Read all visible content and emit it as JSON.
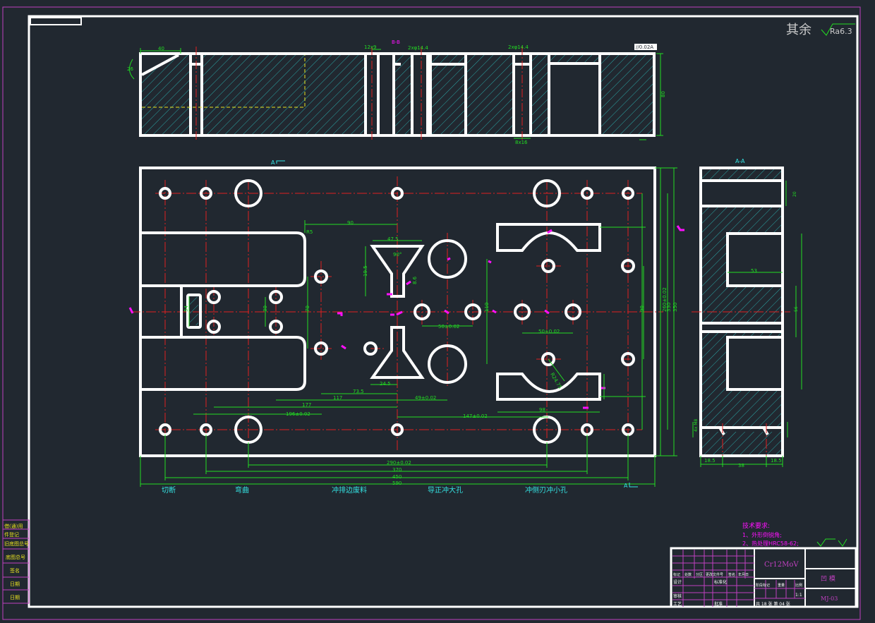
{
  "colors": {
    "background": "#212830",
    "outline": "#ffffff",
    "centerline": "#e02020",
    "dimension": "#22dd22",
    "hatch": "#2aa6a6",
    "label": "#34e4e4",
    "frame": "#c040c0",
    "accent": "#ff10ff",
    "hidden": "#e8e020"
  },
  "roughness_note": {
    "prefix": "其余",
    "value": "Ra6.3"
  },
  "top_view": {
    "tolerance_box": "//0.02A",
    "dims": {
      "d40": "40",
      "d26": "26",
      "d12x9": "12x9",
      "dBB": "B-B",
      "d2x14a": "2xφ14.4",
      "d2x14b": "2xφ14.4",
      "d80": "80",
      "d8": "8x16"
    }
  },
  "section_marks": {
    "a_top": "A",
    "a_bottom": "A",
    "a_a": "A-A"
  },
  "plan_dims": {
    "d90": "90",
    "r5": "R5",
    "d475": "47.5",
    "d90deg": "90°",
    "d195": "19.5",
    "d86": "8.6",
    "d50a": "50±0.02",
    "d50b": "50±0.02",
    "d110": "110",
    "d70": "70",
    "d30": "30",
    "d735": "73.5",
    "d245": "24.5",
    "d117": "117",
    "d494": "49±0.02",
    "d177": "177",
    "d196": "196±0.02",
    "d147": "147±0.02",
    "d98": "98",
    "d290": "290±0.02",
    "d370": "370",
    "d450": "450",
    "d590": "590",
    "r24": "R24.75",
    "d260": "260±0.02",
    "d330": "330",
    "d350": "350",
    "d90r": "90",
    "d54": "54"
  },
  "station_labels": [
    "切断",
    "弯曲",
    "冲排边废料",
    "导正冲大孔",
    "冲侧刃冲小孔"
  ],
  "side_dims": {
    "d53": "53",
    "d38": "38",
    "d185a": "18.5",
    "d185b": "18.5",
    "d4x": "4x M8",
    "d20": "20",
    "d56": "56"
  },
  "tech_notes": {
    "title": "技术要求:",
    "items": [
      "1、外形倒锐角;",
      "2、热处理HRC58-62;"
    ]
  },
  "title_block": {
    "material": "Cr12MoV",
    "name": "凹  模",
    "code": "MJ-03",
    "scale_label": "1:1",
    "sheet": "共 18 张   第 04 张",
    "cells": {
      "design": "设计",
      "check": "审核",
      "process": "工艺",
      "std": "标准化",
      "approve": "批准",
      "mark": "标记",
      "count": "处数",
      "zone": "分区",
      "doc": "更改文件号",
      "sign": "签名",
      "date": "年月日",
      "stage": "阶段标记",
      "weight": "重量",
      "ratio": "比例"
    }
  },
  "left_strip": [
    "借(通)用",
    "件登记",
    "旧底图总号",
    "底图总号",
    "签名",
    "日期",
    "日期"
  ]
}
